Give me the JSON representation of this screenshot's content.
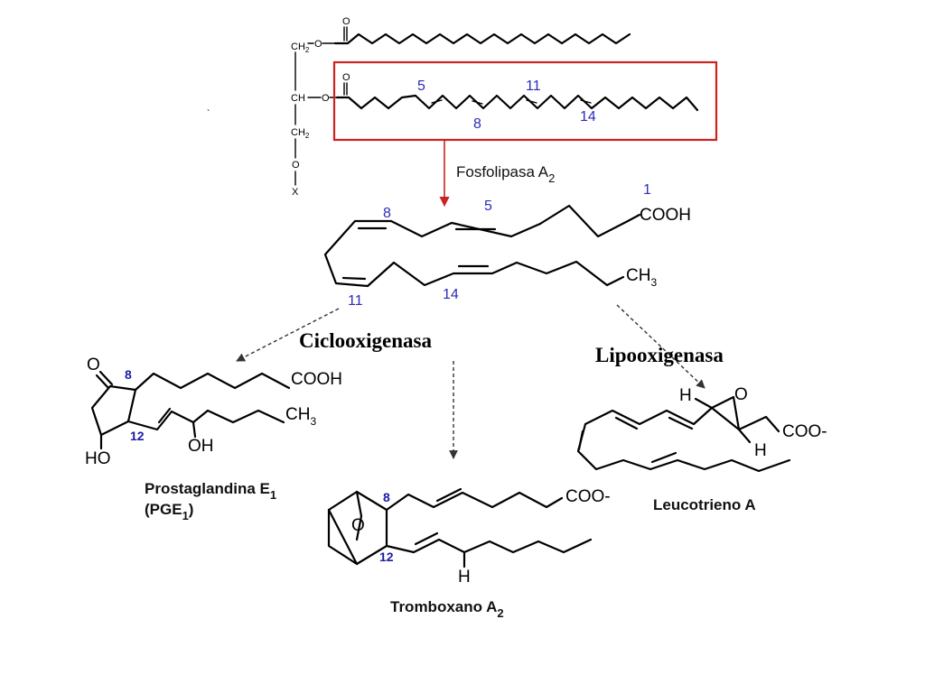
{
  "enzymes": {
    "pla2": "Fosfolipasa A",
    "pla2_sub": "2",
    "cox": "Ciclooxigenasa",
    "lox": "Lipooxigenasa"
  },
  "phospholipid": {
    "ch2_top": "CH",
    "ch2_top_sub": "2",
    "ch_mid": "CH",
    "ch2_bot": "CH",
    "ch2_bot_sub": "2",
    "o1": "O",
    "o2": "O",
    "o3": "O",
    "o_carbonyl1": "O",
    "o_carbonyl2": "O",
    "x": "X",
    "num_5": "5",
    "num_8": "8",
    "num_11": "11",
    "num_14": "14"
  },
  "arachidonic": {
    "cooh": "COOH",
    "ch3": "CH",
    "ch3_sub": "3",
    "num_1": "1",
    "num_5": "5",
    "num_8": "8",
    "num_11": "11",
    "num_14": "14"
  },
  "pge1": {
    "name_line1": "Prostaglandina E",
    "name_line1_sub": "1",
    "name_line2": "(PGE",
    "name_line2_sub": "1",
    "name_line2_end": ")",
    "o": "O",
    "cooh": "COOH",
    "ch3": "CH",
    "ch3_sub": "3",
    "oh": "OH",
    "ho": "HO",
    "num_8": "8",
    "num_12": "12"
  },
  "txa2": {
    "name": "Tromboxano A",
    "name_sub": "2",
    "o": "O",
    "coo": "COO-",
    "h": "H",
    "num_8": "8",
    "num_12": "12"
  },
  "lta": {
    "name": "Leucotrieno A",
    "o": "O",
    "h_top": "H",
    "h_bot": "H",
    "coo": "COO-"
  }
}
